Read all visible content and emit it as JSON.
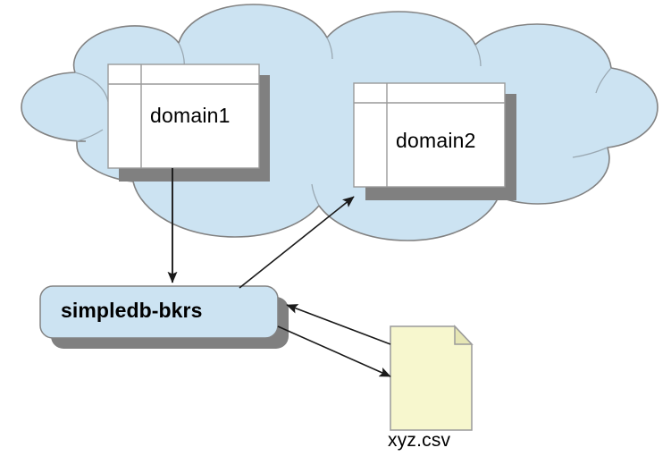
{
  "diagram": {
    "title": "SimpleDB broker architecture diagram",
    "background_color": "#ffffff",
    "cloud": {
      "name": "cloud",
      "fill_color": "#cce3f2",
      "stroke_color": "#808080"
    },
    "nodes": [
      {
        "id": "domain1",
        "label": "domain1",
        "shape": "table-icon",
        "fill_color": "#ffffff",
        "border_color": "#999999",
        "shadow_color": "#808080",
        "inside": "cloud"
      },
      {
        "id": "domain2",
        "label": "domain2",
        "shape": "table-icon",
        "fill_color": "#ffffff",
        "border_color": "#999999",
        "shadow_color": "#808080",
        "inside": "cloud"
      },
      {
        "id": "simpledb-bkrs",
        "label": "simpledb-bkrs",
        "shape": "rounded-rectangle",
        "fill_color": "#cce3f2",
        "border_color": "#808080",
        "shadow_color": "#808080",
        "bold": true
      },
      {
        "id": "xyz-csv",
        "label": "xyz.csv",
        "shape": "document",
        "fill_color": "#f7f7ce",
        "border_color": "#999999",
        "fold_color": "#e3e3b0"
      }
    ],
    "edges": [
      {
        "id": "domain1-to-broker",
        "from": "domain1",
        "to": "simpledb-bkrs",
        "direction": "one-way",
        "style": "straight-vertical",
        "color": "#1a1a1a"
      },
      {
        "id": "broker-to-domain2",
        "from": "simpledb-bkrs",
        "to": "domain2",
        "direction": "one-way",
        "style": "diagonal",
        "color": "#1a1a1a"
      },
      {
        "id": "file-to-broker",
        "from": "xyz-csv",
        "to": "simpledb-bkrs",
        "direction": "one-way",
        "style": "diagonal",
        "color": "#1a1a1a"
      },
      {
        "id": "broker-to-file",
        "from": "simpledb-bkrs",
        "to": "xyz-csv",
        "direction": "one-way",
        "style": "diagonal",
        "color": "#1a1a1a"
      }
    ]
  }
}
